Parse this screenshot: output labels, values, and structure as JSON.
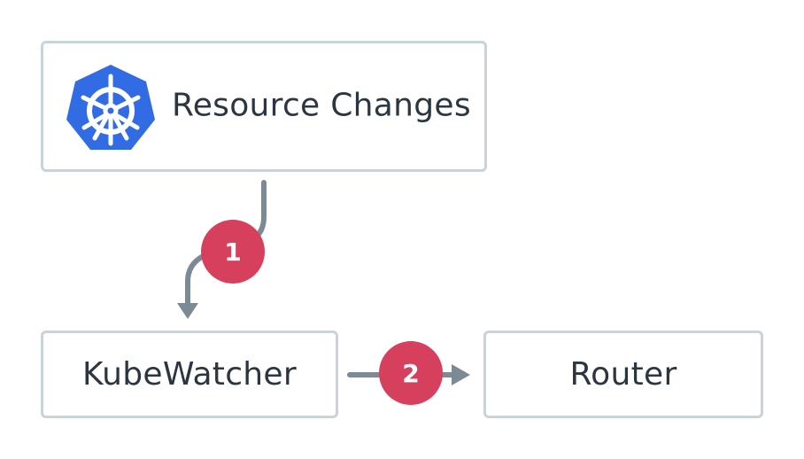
{
  "nodes": {
    "resource_changes": {
      "label": "Resource Changes",
      "icon": "kubernetes-logo-icon"
    },
    "kubewatcher": {
      "label": "KubeWatcher"
    },
    "router": {
      "label": "Router"
    }
  },
  "steps": [
    {
      "number": "1",
      "from": "Resource Changes",
      "to": "KubeWatcher"
    },
    {
      "number": "2",
      "from": "KubeWatcher",
      "to": "Router"
    }
  ],
  "colors": {
    "node_border": "#c9d3da",
    "arrow": "#7c8a96",
    "badge": "#d6405c",
    "k8s_blue": "#326ce5",
    "text": "#2c3640"
  }
}
